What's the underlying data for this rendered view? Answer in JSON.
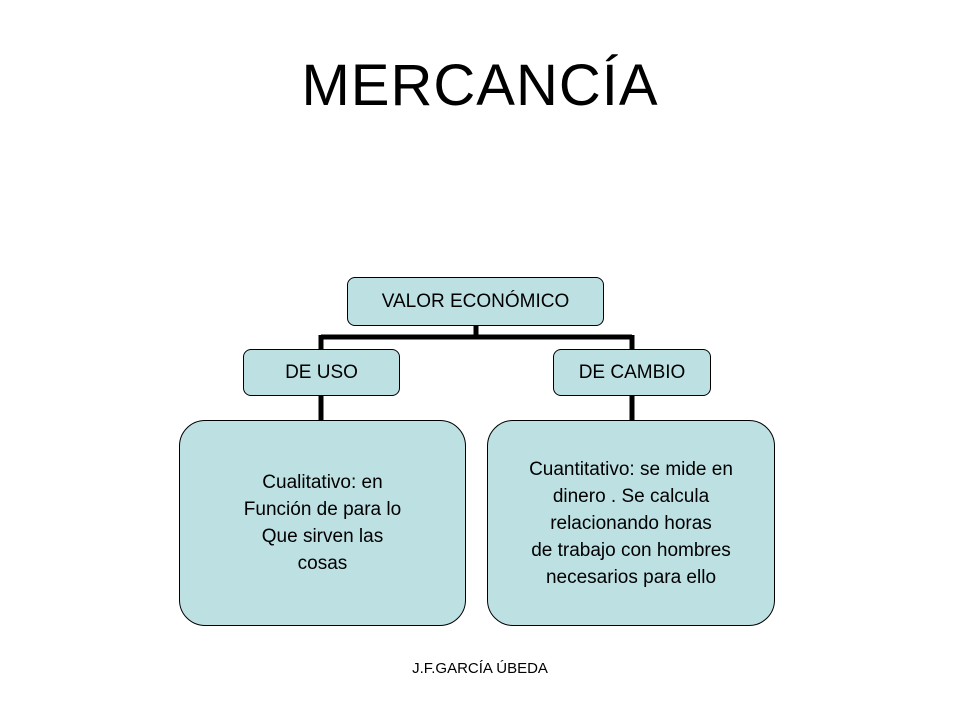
{
  "title": "MERCANCÍA",
  "diagram": {
    "root": "VALOR ECONÓMICO",
    "branches": [
      {
        "label": "DE USO",
        "detail": "Cualitativo: en\nFunción de para lo\nQue sirven las\ncosas"
      },
      {
        "label": "DE CAMBIO",
        "detail": "Cuantitativo: se mide en\ndinero . Se calcula\nrelacionando horas\nde trabajo con hombres\nnecesarios para ello"
      }
    ]
  },
  "footer": "J.F.GARCÍA ÚBEDA",
  "colors": {
    "node_fill": "#bde0e3",
    "node_border": "#000000",
    "connector": "#000000"
  }
}
